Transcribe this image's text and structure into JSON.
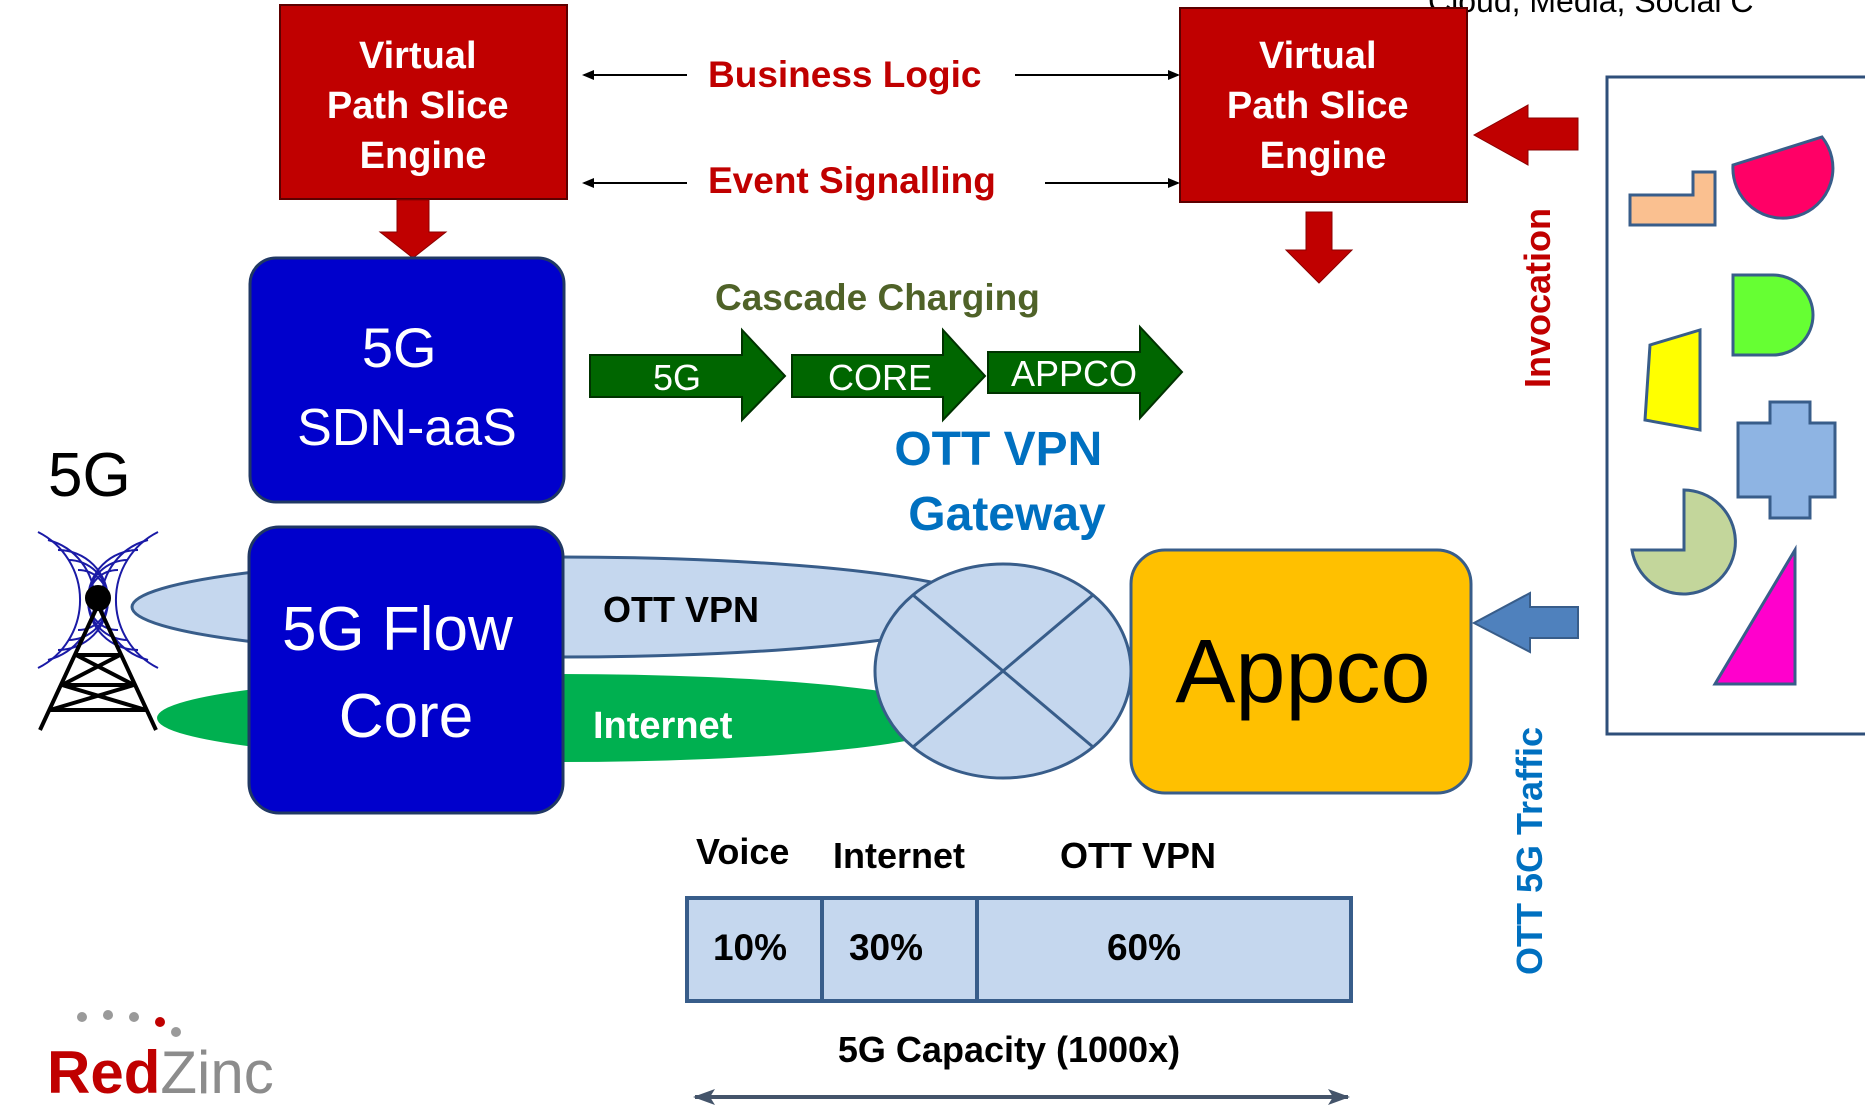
{
  "header_cutoff_text": "Cloud, Media, Social  C",
  "engine_left": {
    "label_lines": [
      "Virtual",
      "Path Slice",
      "Engine"
    ]
  },
  "engine_right": {
    "label_lines": [
      "Virtual",
      "Path Slice",
      "Engine"
    ]
  },
  "business_logic": "Business Logic",
  "event_signalling": "Event Signalling",
  "sdn_box": {
    "line1": "5G",
    "line2": "SDN-aaS"
  },
  "cascade_charging": "Cascade Charging",
  "cascade_arrows": [
    "5G",
    "CORE",
    "APPCO"
  ],
  "gateway_label": {
    "line1": "OTT  VPN",
    "line2": "Gateway"
  },
  "radio_label": "5G",
  "flow_core": {
    "line1": "5G Flow",
    "line2": "Core"
  },
  "ott_vpn_label": "OTT VPN",
  "internet_label": "Internet",
  "appco_label": "Appco",
  "invocation_label": "Invocation",
  "ott_traffic_label": "OTT 5G Traffic",
  "capacity": {
    "headers": [
      "Voice",
      "Internet",
      "OTT VPN"
    ],
    "values": [
      "10%",
      "30%",
      "60%"
    ],
    "caption": "5G Capacity (1000x)"
  },
  "logo": {
    "red": "Red",
    "grey": "Zinc"
  },
  "colors": {
    "engine_red": "#c00000",
    "core_blue": "#0000cc",
    "cascade_green": "#006600",
    "cascade_text": "#4f6228",
    "gateway_blue": "#0070c0",
    "appco_orange": "#ffc000",
    "pale_blue": "#c5d7ee",
    "internet_green": "#00b050"
  }
}
